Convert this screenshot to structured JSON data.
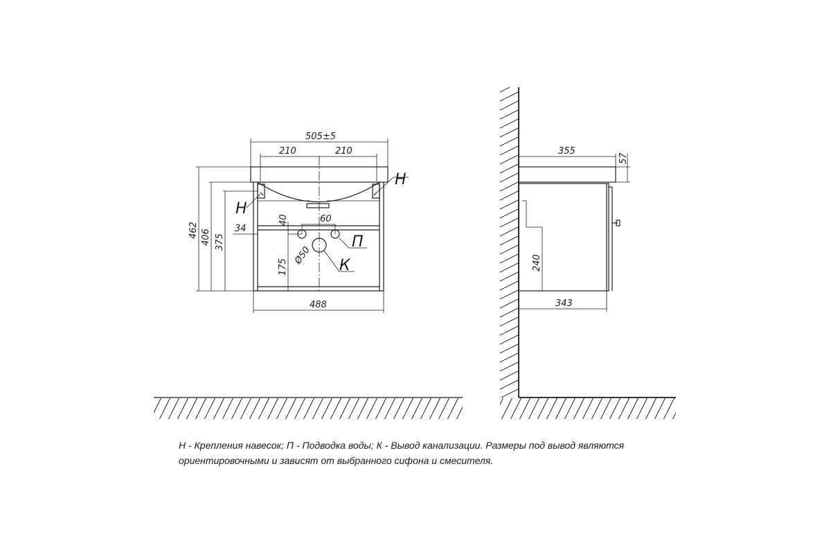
{
  "front_view": {
    "dims": {
      "width_top": "505±5",
      "half_left": "210",
      "half_right": "210",
      "height_total": "462",
      "height_body": "406",
      "height_inner": "375",
      "offset_34": "34",
      "offset_40": "40",
      "offset_60": "60",
      "height_175": "175",
      "pipe_diameter": "Ø50",
      "width_bottom": "488"
    },
    "labels": {
      "mount_right": "Н",
      "mount_left": "Н",
      "water": "П",
      "drain": "К"
    }
  },
  "side_view": {
    "dims": {
      "depth_top": "355",
      "thickness": "57",
      "height_240": "240",
      "depth_bottom": "343"
    }
  },
  "note": {
    "line1": "Н - Крепления навесок; П - Подводка воды; К - Вывод канализации. Размеры под вывод являются",
    "line2": "ориентировочными и зависят от выбранного сифона и смесителя."
  }
}
